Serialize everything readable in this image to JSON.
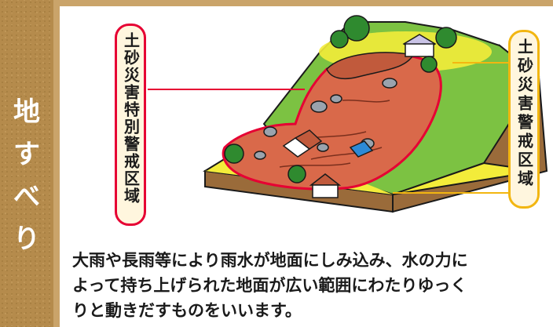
{
  "side_title": [
    "地",
    "す",
    "べ",
    "り"
  ],
  "labels": {
    "special_zone": "土砂災害特別警戒区域",
    "warning_zone": "土砂災害警戒区域"
  },
  "description": [
    "大雨や長雨等により雨水が地面にしみ込み、水の力に",
    "よって持ち上げられた地面が広い範囲にわたりゆっく",
    "りと動きだすものをいいます。"
  ],
  "colors": {
    "special_zone_red": "#e60033",
    "warning_zone_yellow": "#f2b611",
    "landslide_soil": "#d9694a",
    "grass": "#7cc242",
    "side_bar_brown": "#b58b4c"
  }
}
